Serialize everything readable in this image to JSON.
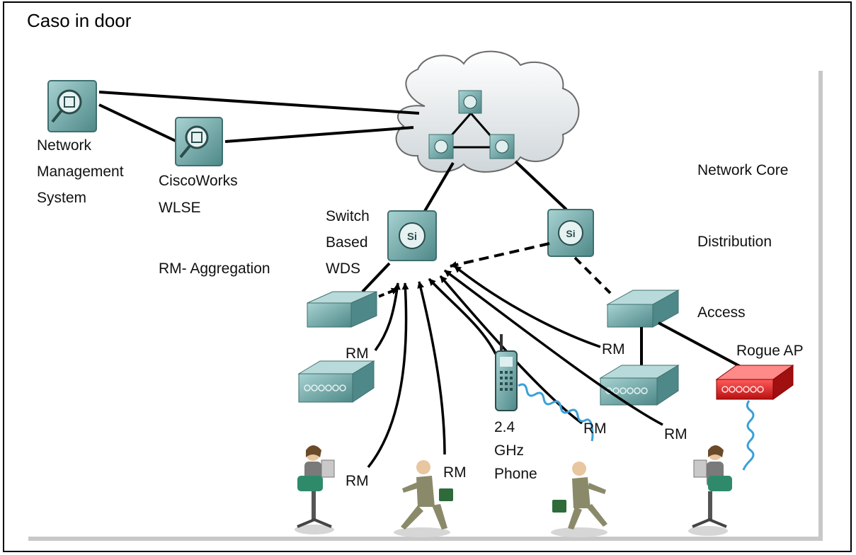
{
  "title": "Caso in door",
  "labels": {
    "nms_1": "Network",
    "nms_2": "Management",
    "nms_3": "System",
    "wlse_1": "CiscoWorks",
    "wlse_2": "WLSE",
    "network_core": "Network Core",
    "distribution": "Distribution",
    "access": "Access",
    "switch_wds_1": "Switch",
    "switch_wds_2": "Based",
    "switch_wds_3": "WDS",
    "rm_aggregation": "RM- Aggregation",
    "rogue_ap": "Rogue AP",
    "phone_1": "2.4",
    "phone_2": "GHz",
    "phone_3": "Phone",
    "rm": "RM",
    "si": "Si"
  },
  "colors": {
    "device_teal": "#5e9a9a",
    "device_light": "#9cc8c8",
    "rogue_red": "#e02020",
    "cloud_fill": "#eef1f3",
    "link": "#000000",
    "wireless": "#3aa0d8"
  }
}
